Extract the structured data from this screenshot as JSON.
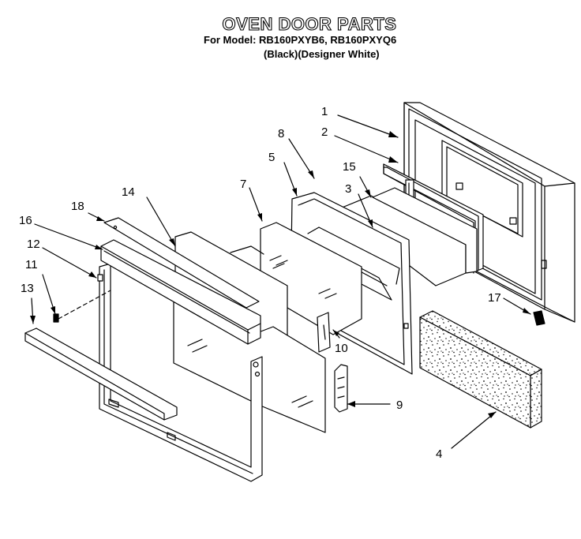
{
  "header": {
    "title": "OVEN DOOR PARTS",
    "model_line": "For Model: RB160PXYB6, RB160PXYQ6",
    "color_line": "(Black)(Designer White)"
  },
  "callouts": [
    "1",
    "2",
    "3",
    "4",
    "5",
    "7",
    "8",
    "9",
    "10",
    "11",
    "12",
    "13",
    "14",
    "15",
    "16",
    "17",
    "18"
  ]
}
